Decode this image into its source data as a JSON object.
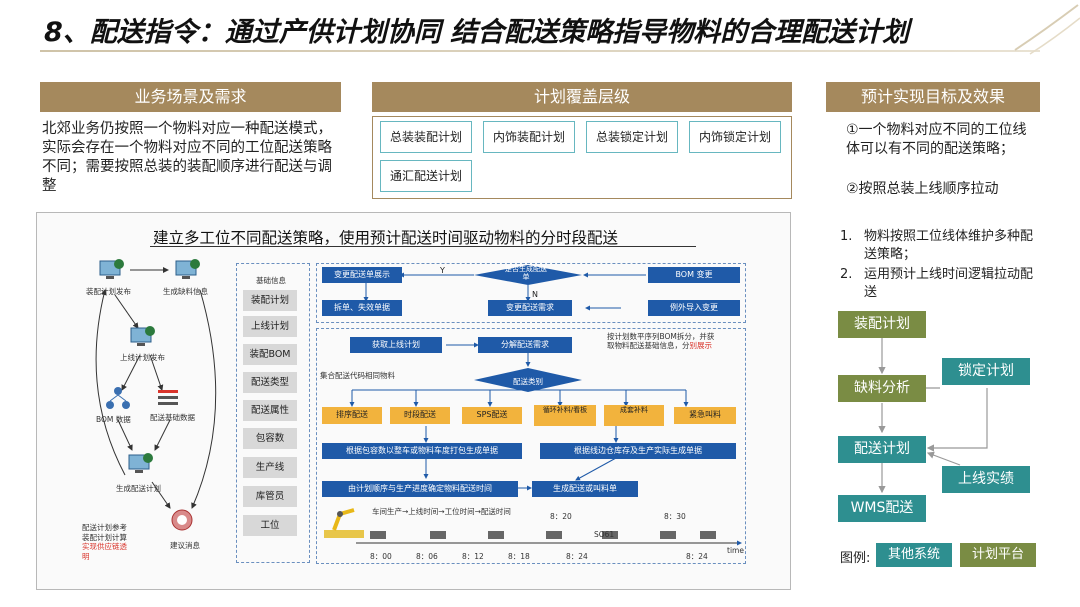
{
  "title": "8、配送指令：通过产供计划协同 结合配送策略指导物料的合理配送计划",
  "colors": {
    "header_bg": "#a5895d",
    "teal": "#2e8f90",
    "olive": "#7a8c44",
    "blue": "#1f5aa8",
    "orange": "#f2b33d"
  },
  "left_panel": {
    "header": "业务场景及需求",
    "text": "北郊业务仍按照一个物料对应一种配送模式，实际会存在一个物料对应不同的工位配送策略不同；需要按照总装的装配顺序进行配送与调整"
  },
  "middle_panel": {
    "header": "计划覆盖层级",
    "items": [
      "总装装配计划",
      "内饰装配计划",
      "总装锁定计划",
      "内饰锁定计划",
      "通汇配送计划"
    ]
  },
  "right_panel": {
    "header": "预计实现目标及效果",
    "goals": [
      "①一个物料对应不同的工位线体可以有不同的配送策略；",
      "②按照总装上线顺序拉动"
    ],
    "list": [
      {
        "num": "1.",
        "text": "物料按照工位线体维护多种配送策略；"
      },
      {
        "num": "2.",
        "text": "运用预计上线时间逻辑拉动配送"
      }
    ],
    "flow": {
      "assembly_plan": "装配计划",
      "shortage_analysis": "缺料分析",
      "locked_plan": "锁定计划",
      "delivery_plan": "配送计划",
      "online_actual": "上线实绩",
      "wms": "WMS配送"
    },
    "legend": {
      "label": "图例:",
      "other": "其他系统",
      "platform": "计划平台"
    }
  },
  "diagram": {
    "subtitle": "建立多工位不同配送策略，使用预计配送时间驱动物料的分时段配送",
    "nodes": {
      "assembly_release": "装配计划发布",
      "shortage_info": "生成缺料信息",
      "online_release": "上线计划发布",
      "bom": "BOM 数据",
      "delivery_base": "配送基础数据",
      "gen_delivery": "生成配送计划",
      "suggestion": "建议消息"
    },
    "bottom_note_black": "配送计划参考装配计划计算",
    "bottom_note_red": "实现供应链透明",
    "base_info_label": "基础信息",
    "base_info": [
      "装配计划",
      "上线计划",
      "装配BOM",
      "配送类型",
      "配送属性",
      "包容数",
      "生产线",
      "库管员",
      "工位"
    ],
    "top_flow": {
      "change_show": "变更配送单展示",
      "is_generated": "是否生成配送单",
      "yes": "Y",
      "no": "N",
      "bom_change": "BOM 变更",
      "split_mismatch": "拆单、失效单据",
      "change_requirement": "变更配送需求",
      "exception_change": "例外导入变更"
    },
    "bottom_flow": {
      "get_online_plan": "获取上线计划",
      "decompose": "分解配送需求",
      "decompose_note_black": "按计划数平序列BOM拆分，并获取物料配送基础信息，分",
      "decompose_note_red": "别展示",
      "delivery_type": "配送类别",
      "collect_red": "集合配送代码相同物料",
      "types": [
        "排序配送",
        "时段配送",
        "SPS配送",
        "循环补料/看板",
        "成套补料",
        "紧急叫料"
      ],
      "pack_order": "根据包容数以整车或物料车度打包生成单据",
      "stock_order": "根据线边仓库存及生产实际生成单据",
      "by_sequence": "由计划顺序与生产进度确定物料配送时间",
      "gen_orders": "生成配送或叫料单",
      "timeline_note": "车间生产→上线时间→工位时间→配送时间",
      "times": [
        "8：00",
        "8：06",
        "8：12",
        "8：18",
        "8：24",
        "8：20",
        "8：24",
        "8：30"
      ],
      "axis": "time",
      "vehicle": "SO61"
    }
  }
}
